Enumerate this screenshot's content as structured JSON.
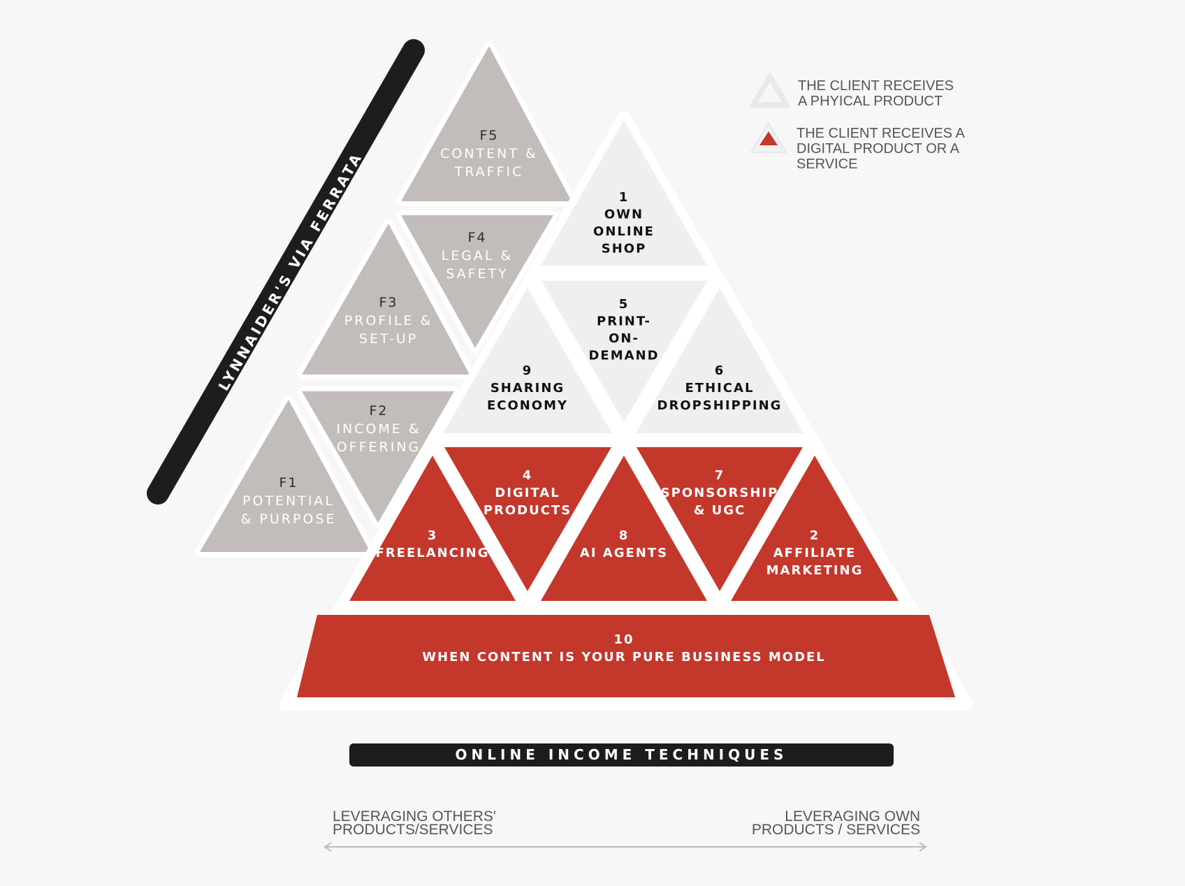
{
  "colors": {
    "background": "#f7f7f7",
    "grey_triangle": "#c2bdba",
    "light_triangle": "#efefef",
    "red_triangle": "#c4372b",
    "dark_bar": "#1d1d1d"
  },
  "diagram": {
    "vertical_bar_label": "LYNNAIDER'S VIA FERRATA",
    "bottom_bar_label": "ONLINE INCOME TECHNIQUES",
    "foundation_triangles": [
      {
        "id": "F1",
        "lines": [
          "POTENTIAL",
          "& PURPOSE"
        ]
      },
      {
        "id": "F2",
        "lines": [
          "INCOME &",
          "OFFERING"
        ]
      },
      {
        "id": "F3",
        "lines": [
          "PROFILE &",
          "SET-UP"
        ]
      },
      {
        "id": "F4",
        "lines": [
          "LEGAL &",
          "SAFETY"
        ]
      },
      {
        "id": "F5",
        "lines": [
          "CONTENT &",
          "TRAFFIC"
        ]
      }
    ],
    "technique_triangles": [
      {
        "num": "1",
        "lines": [
          "OWN",
          "ONLINE",
          "SHOP"
        ],
        "type": "physical"
      },
      {
        "num": "5",
        "lines": [
          "PRINT-",
          "ON-",
          "DEMAND"
        ],
        "type": "physical"
      },
      {
        "num": "9",
        "lines": [
          "SHARING",
          "ECONOMY"
        ],
        "type": "physical"
      },
      {
        "num": "6",
        "lines": [
          "ETHICAL",
          "DROPSHIPPING"
        ],
        "type": "physical"
      },
      {
        "num": "3",
        "lines": [
          "FREELANCING"
        ],
        "type": "digital"
      },
      {
        "num": "4",
        "lines": [
          "DIGITAL",
          "PRODUCTS"
        ],
        "type": "digital"
      },
      {
        "num": "8",
        "lines": [
          "AI AGENTS"
        ],
        "type": "digital"
      },
      {
        "num": "7",
        "lines": [
          "SPONSORSHIP",
          "& UGC"
        ],
        "type": "digital"
      },
      {
        "num": "2",
        "lines": [
          "AFFILIATE",
          "MARKETING"
        ],
        "type": "digital"
      },
      {
        "num": "10",
        "lines": [
          "WHEN CONTENT IS YOUR PURE BUSINESS MODEL"
        ],
        "type": "digital"
      }
    ]
  },
  "legend": {
    "physical": [
      "THE CLIENT RECEIVES",
      "A PHYICAL PRODUCT"
    ],
    "digital": [
      "THE CLIENT RECEIVES A",
      "DIGITAL PRODUCT OR A",
      "SERVICE"
    ]
  },
  "axis": {
    "left_label": [
      "LEVERAGING OTHERS'",
      "PRODUCTS/SERVICES"
    ],
    "right_label": [
      "LEVERAGING OWN",
      "PRODUCTS / SERVICES"
    ]
  }
}
